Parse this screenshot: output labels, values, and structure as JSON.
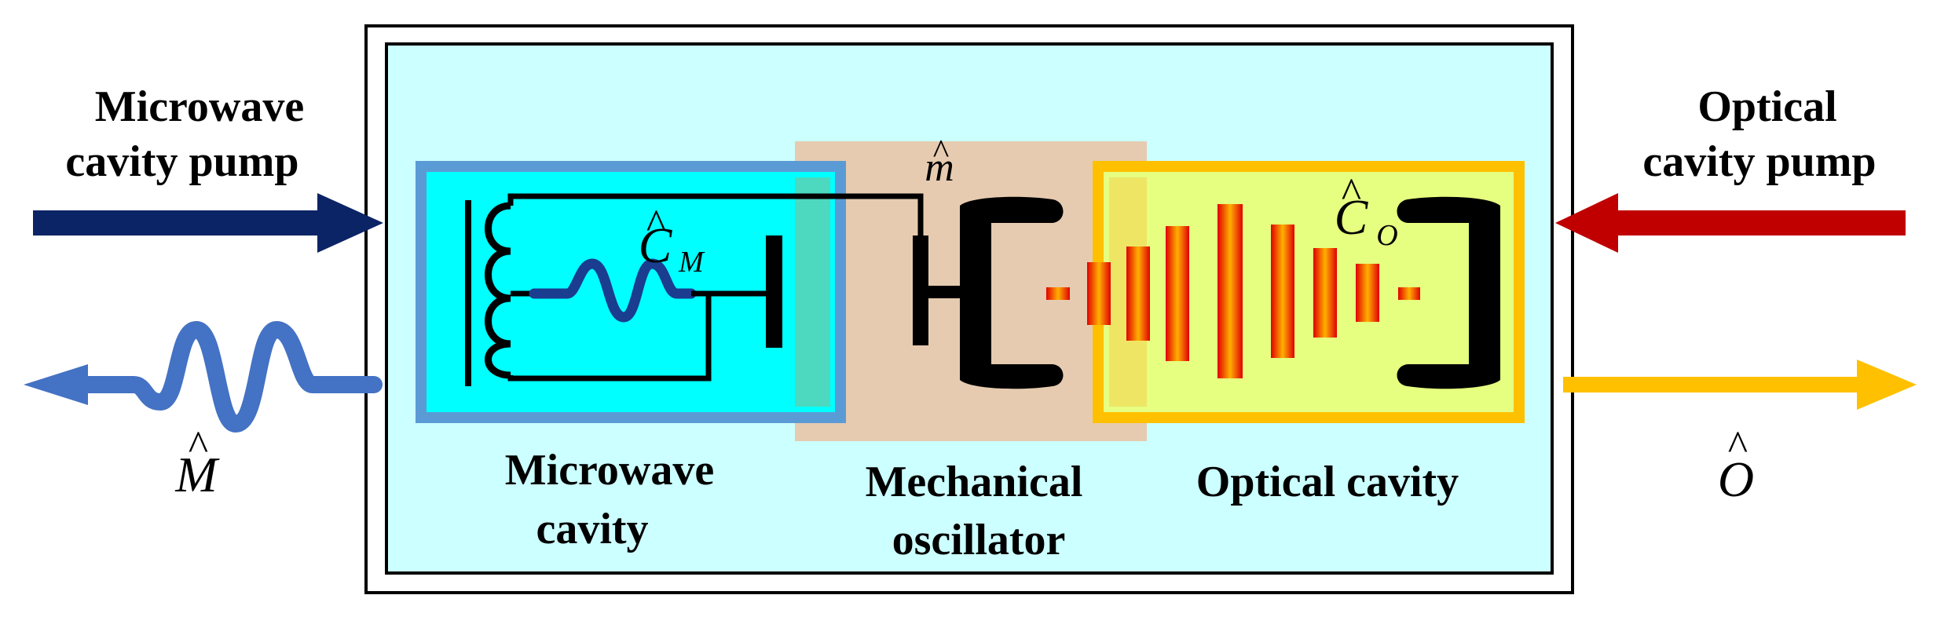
{
  "labels": {
    "microwave_pump_line1": "Microwave",
    "microwave_pump_line2": "cavity pump",
    "optical_pump_line1": "Optical",
    "optical_pump_line2": "cavity pump",
    "microwave_cavity_line1": "Microwave",
    "microwave_cavity_line2": "cavity",
    "mechanical_line1": "Mechanical",
    "mechanical_line2": "oscillator",
    "optical_cavity": "Optical cavity"
  },
  "math": {
    "c_m_base": "C",
    "c_m_sub": "M",
    "c_o_base": "C",
    "c_o_sub": "O",
    "m_hat": "m",
    "M_out": "M",
    "O_out": "O",
    "hat": "^"
  },
  "colors": {
    "outer_fill": "#ccffff",
    "microwave_cavity_fill": "#00ffff",
    "microwave_cavity_border": "#5b9bd5",
    "mechanical_fill": "#e6cbb0",
    "optical_cavity_fill": "#e6ff80",
    "optical_cavity_border": "#ffc000",
    "microwave_pump_arrow": "#0b2465",
    "optical_pump_arrow": "#c00000",
    "microwave_output": "#4472c4",
    "optical_output": "#ffc000",
    "resistor": "#1a3d8f",
    "black": "#000000"
  }
}
